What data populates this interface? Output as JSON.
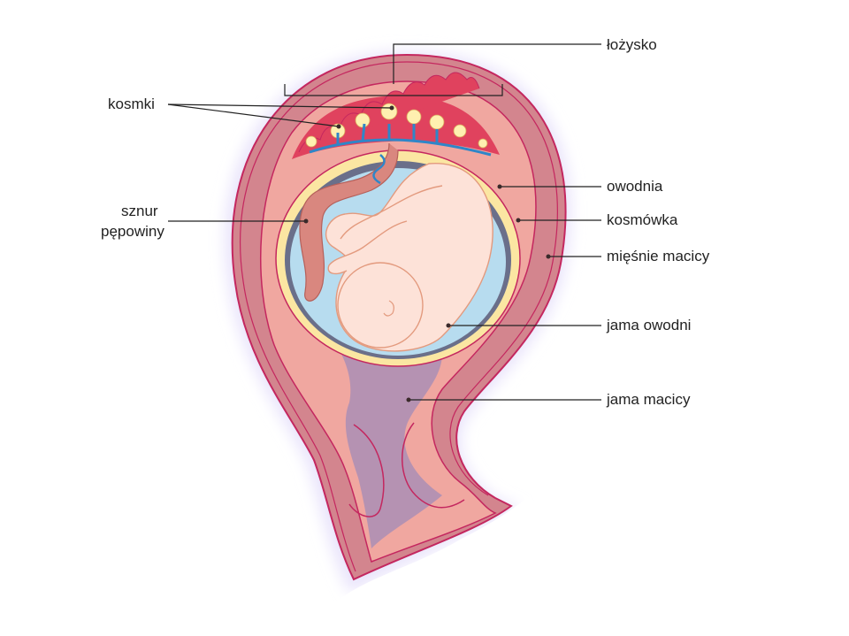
{
  "labels": {
    "placenta": "łożysko",
    "villi": "kosmki",
    "cord_line1": "sznur",
    "cord_line2": "pępowiny",
    "amnion": "owodnia",
    "chorion": "kosmówka",
    "uterine_muscle": "mięśnie macicy",
    "amniotic_cavity": "jama owodni",
    "uterine_cavity": "jama macicy"
  },
  "colors": {
    "glow": "#e9e4fb",
    "uterus_wall": "#d3858e",
    "uterus_outline": "#c4275f",
    "inner_wall": "#f0a7a0",
    "cavity": "#b592b2",
    "placenta": "#e0425e",
    "villi": "#fff0b0",
    "vessel_blue": "#2f86c8",
    "chorion": "#fbe6a2",
    "amnion": "#6a6f8a",
    "fluid": "#b7dcef",
    "fetus": "#fde2d8",
    "fetus_outline": "#e39a7e",
    "cord": "#d9877f"
  }
}
